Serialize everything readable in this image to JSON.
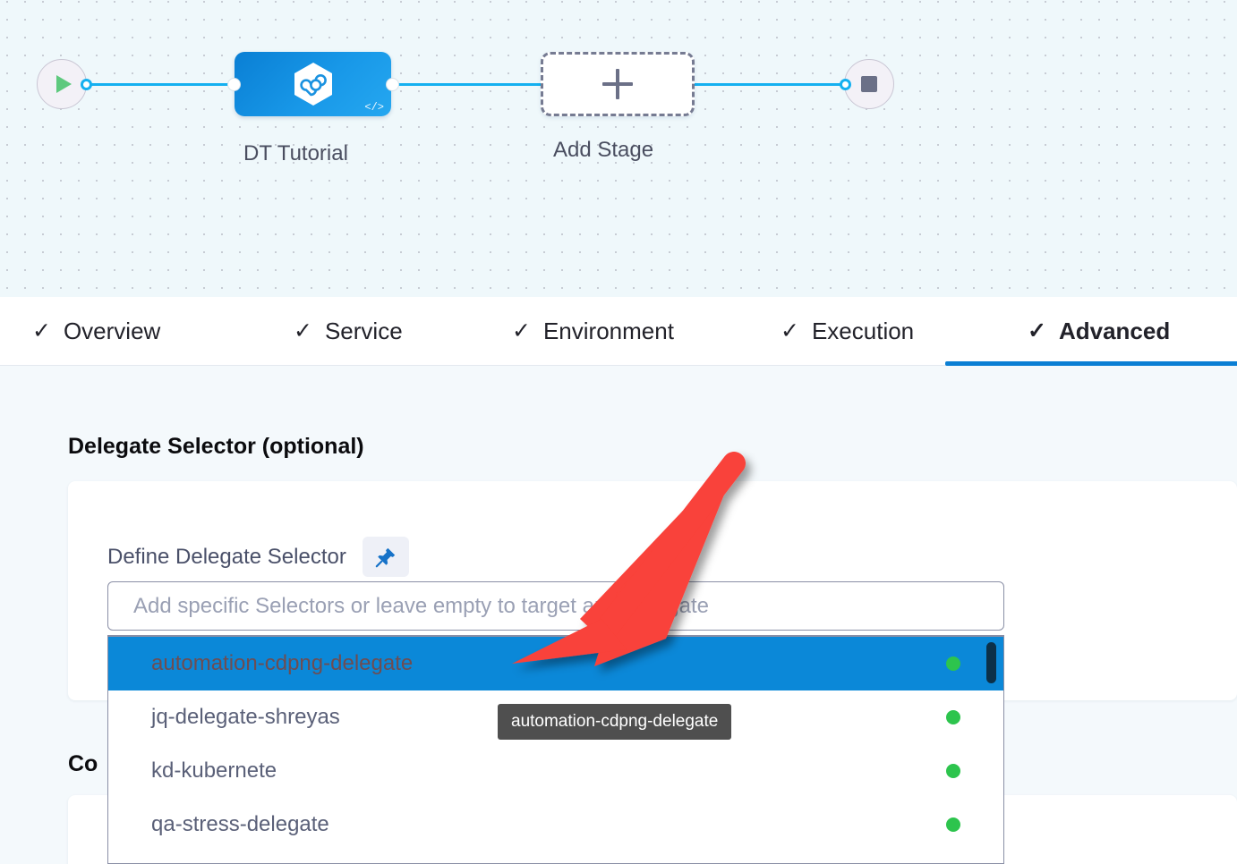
{
  "pipeline": {
    "start_node": {
      "icon": "play-icon",
      "name": "pipeline-start"
    },
    "end_node": {
      "icon": "stop-icon",
      "name": "pipeline-end"
    },
    "stages": [
      {
        "label": "DT Tutorial",
        "icon": "harness-cd-hexagon-icon",
        "badge": "</>"
      },
      {
        "label": "Add Stage",
        "icon": "plus-icon"
      }
    ]
  },
  "tabs": [
    {
      "label": "Overview",
      "check": "✓",
      "active": false
    },
    {
      "label": "Service",
      "check": "✓",
      "active": false
    },
    {
      "label": "Environment",
      "check": "✓",
      "active": false
    },
    {
      "label": "Execution",
      "check": "✓",
      "active": false
    },
    {
      "label": "Advanced",
      "check": "✓",
      "active": true
    }
  ],
  "main": {
    "section_title": "Delegate Selector (optional)",
    "second_heading": "Co",
    "field_label": "Define Delegate Selector",
    "pin_icon": "pushpin-icon"
  },
  "selector": {
    "placeholder": "Add specific Selectors or leave empty to target any Delegate",
    "value": "",
    "options": [
      {
        "label": "automation-cdpng-delegate",
        "status": "connected",
        "selected": true
      },
      {
        "label": "jq-delegate-shreyas",
        "status": "connected",
        "selected": false
      },
      {
        "label": "kd-kubernete",
        "status": "connected",
        "selected": false
      },
      {
        "label": "qa-stress-delegate",
        "status": "connected",
        "selected": false
      }
    ]
  },
  "tooltip": {
    "text": "automation-cdpng-delegate"
  },
  "colors": {
    "accent_blue": "#0b7fd4",
    "edge_blue": "#14b0f0",
    "selected_row": "#0b88d8",
    "status_green": "#2dc44d",
    "annotation_red": "#f9423a",
    "canvas_bg": "#eff8fb",
    "page_bg": "#f4f9fc",
    "tooltip_bg": "#4f4f4f"
  }
}
